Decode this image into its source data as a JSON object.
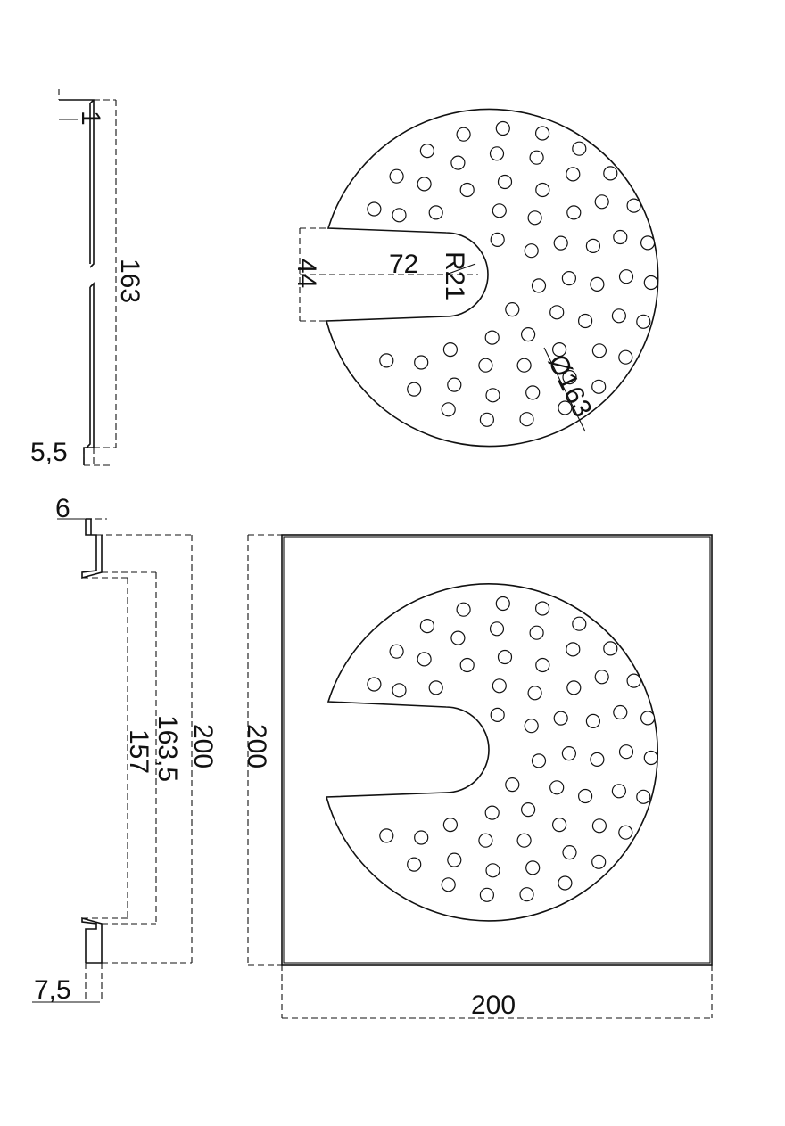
{
  "dimensions": {
    "thickness": "1",
    "side_height": "163",
    "foot_width": "5,5",
    "slot_width": "44",
    "slot_length": "72",
    "slot_radius": "R21",
    "disc_diameter": "Ø163",
    "flange_width": "6",
    "frame_height": "200",
    "inner_height": "163,5",
    "opening_height": "157",
    "lip_width": "7,5",
    "plate_height": "200",
    "plate_width": "200"
  },
  "colors": {
    "line": "#111111",
    "background": "#ffffff"
  }
}
